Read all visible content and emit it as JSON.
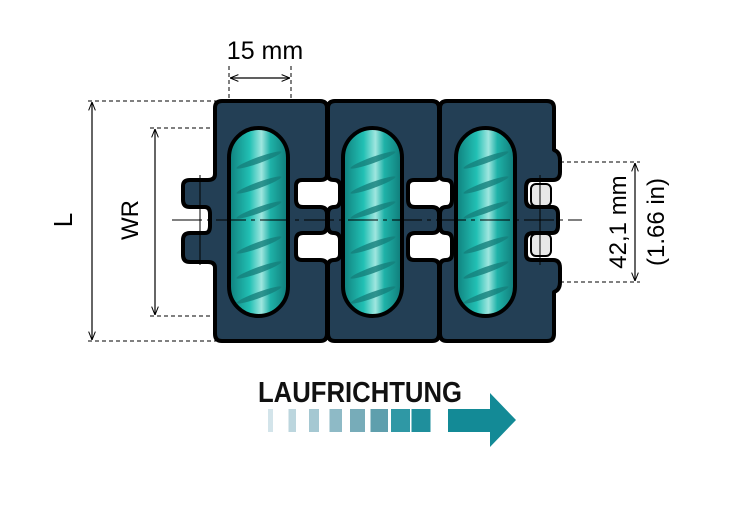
{
  "dimensions": {
    "pitch": "15 mm",
    "length": "L",
    "roller_width": "WR",
    "height_metric": "42,1 mm",
    "height_imperial": "(1.66 in)"
  },
  "direction": {
    "label": "LAUFRICHTUNG",
    "bar_colors": [
      "#d3e4ea",
      "#bcd6de",
      "#a5c8d2",
      "#8ebac6",
      "#77acb9",
      "#5f9fad",
      "#2f98a5",
      "#1f8f9c"
    ],
    "arrow_color": "#138a96"
  },
  "colors": {
    "module": "#233f55",
    "roller": "#1aa7a0",
    "outline": "#000000"
  }
}
